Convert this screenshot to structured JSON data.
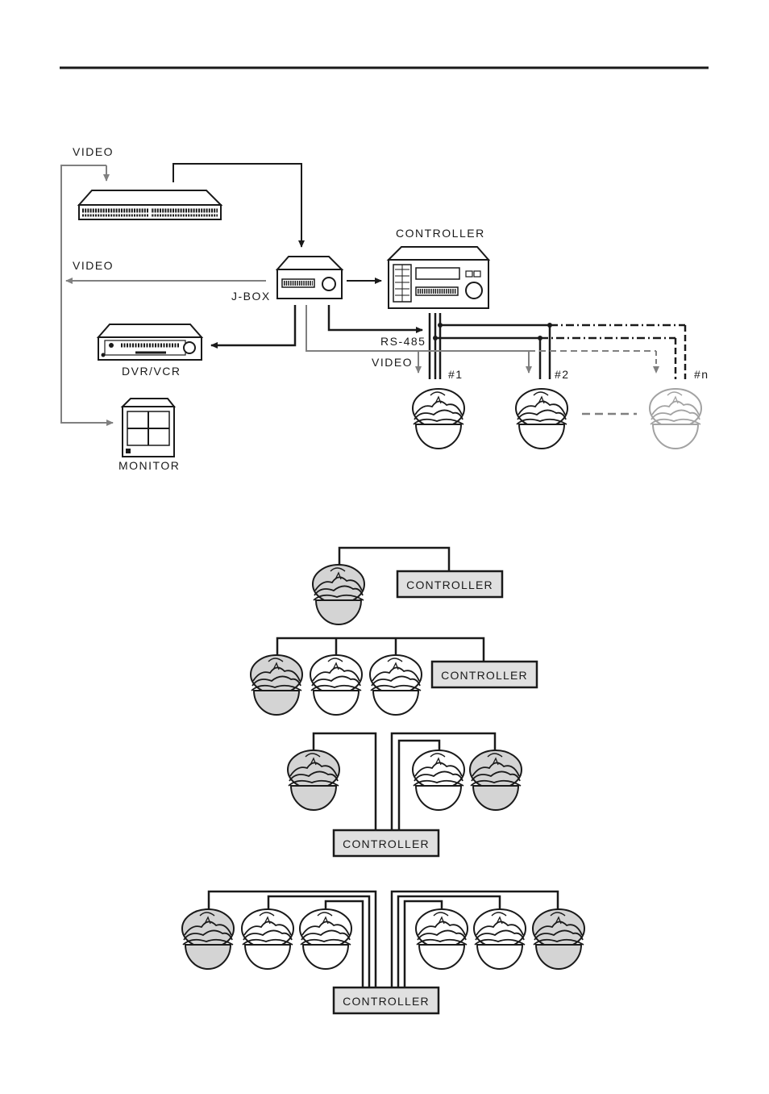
{
  "labels": {
    "video_top": "VIDEO",
    "video_mid": "VIDEO",
    "video_bottom": "VIDEO",
    "controller_top": "CONTROLLER",
    "jbox": "J-BOX",
    "rs485": "RS-485",
    "dvr": "DVR/VCR",
    "monitor": "MONITOR",
    "cam1": "#1",
    "cam2": "#2",
    "camn": "#n"
  },
  "topologies": {
    "controller_label": "CONTROLLER"
  },
  "colors": {
    "line": "#1a1a1a",
    "video_line": "#808080",
    "box_fill": "#e0e0e0",
    "dome_shaded": "#d4d4d4"
  }
}
